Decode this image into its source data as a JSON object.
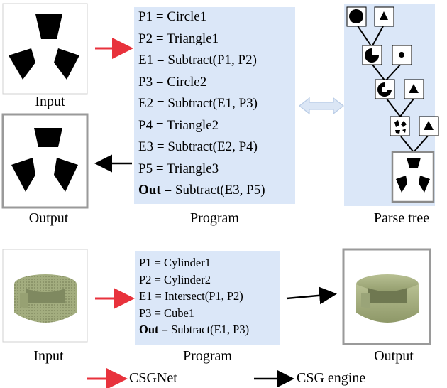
{
  "top": {
    "input_caption": "Input",
    "output_caption": "Output",
    "program_caption": "Program",
    "parse_tree_caption": "Parse tree",
    "program": [
      {
        "lhs": "P1",
        "rhs": "Circle1",
        "bold": false
      },
      {
        "lhs": "P2",
        "rhs": "Triangle1",
        "bold": false
      },
      {
        "lhs": "E1",
        "rhs": "Subtract(P1, P2)",
        "bold": false
      },
      {
        "lhs": "P3",
        "rhs": "Circle2",
        "bold": false
      },
      {
        "lhs": "E2",
        "rhs": "Subtract(E1, P3)",
        "bold": false
      },
      {
        "lhs": "P4",
        "rhs": "Triangle2",
        "bold": false
      },
      {
        "lhs": "E3",
        "rhs": "Subtract(E2, P4)",
        "bold": false
      },
      {
        "lhs": "P5",
        "rhs": "Triangle3",
        "bold": false
      },
      {
        "lhs": "Out",
        "rhs": "Subtract(E3, P5)",
        "bold": true
      }
    ]
  },
  "bottom": {
    "input_caption": "Input",
    "output_caption": "Output",
    "program_caption": "Program",
    "program": [
      {
        "lhs": "P1",
        "rhs": "Cylinder1",
        "bold": false
      },
      {
        "lhs": "P2",
        "rhs": "Cylinder2",
        "bold": false
      },
      {
        "lhs": "E1",
        "rhs": "Intersect(P1, P2)",
        "bold": false
      },
      {
        "lhs": "P3",
        "rhs": "Cube1",
        "bold": false
      },
      {
        "lhs": "Out",
        "rhs": "Subtract(E1, P3)",
        "bold": true
      }
    ]
  },
  "legend": {
    "csgnet_label": "CSGNet",
    "engine_label": "CSG engine"
  },
  "colors": {
    "csgnet_arrow": "#e8323c",
    "engine_arrow": "#000000",
    "program_bg": "#dbe7f8",
    "mesh": "#a7b083",
    "double_arrow": "#c9d8ee"
  }
}
